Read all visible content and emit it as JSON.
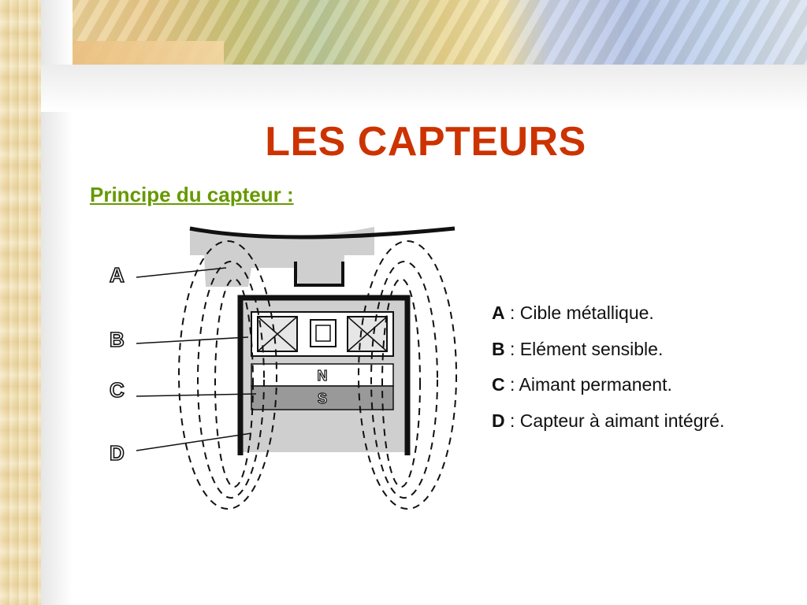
{
  "title": "LES CAPTEURS",
  "subtitle": "Principe du capteur :",
  "diagram": {
    "labels": [
      "A",
      "B",
      "C",
      "D"
    ],
    "magnet_north": "N",
    "magnet_south": "S"
  },
  "legend": [
    {
      "key": "A",
      "text": " : Cible métallique."
    },
    {
      "key": "B",
      "text": " : Elément sensible."
    },
    {
      "key": "C",
      "text": " : Aimant permanent."
    },
    {
      "key": "D",
      "text": " : Capteur à aimant intégré."
    }
  ],
  "colors": {
    "title": "#cc3300",
    "subtitle": "#669900"
  }
}
